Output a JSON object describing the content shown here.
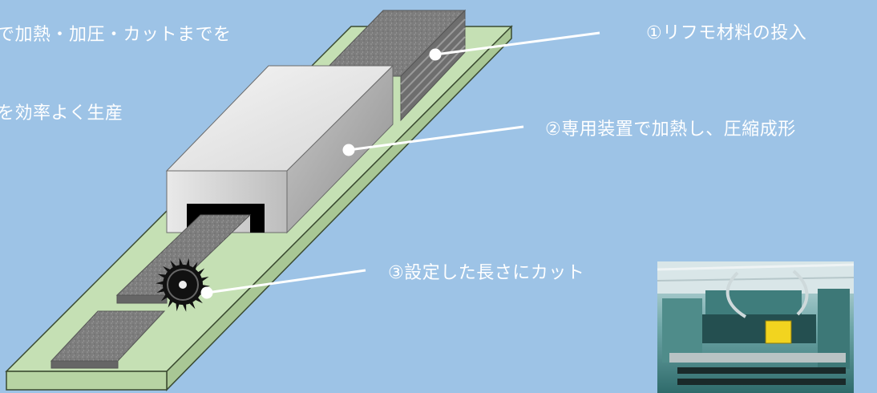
{
  "description": {
    "line1": "で加熱・加圧・カットまでを",
    "line2": "を効率よく生産"
  },
  "steps": [
    {
      "label": "①リフモ材料の投入"
    },
    {
      "label": "②専用装置で加熱し、圧縮成形"
    },
    {
      "label": "③設定した長さにカット"
    }
  ],
  "icons": {
    "saw": "circular-saw-blade-icon",
    "photo": "factory-machine-photo"
  },
  "colors": {
    "background": "#9dc3e6",
    "conveyor": "#c5e0b4",
    "material": "#7f7f7f",
    "press": "#bfbfbf",
    "leader_line": "#ffffff",
    "text": "#ffffff"
  }
}
